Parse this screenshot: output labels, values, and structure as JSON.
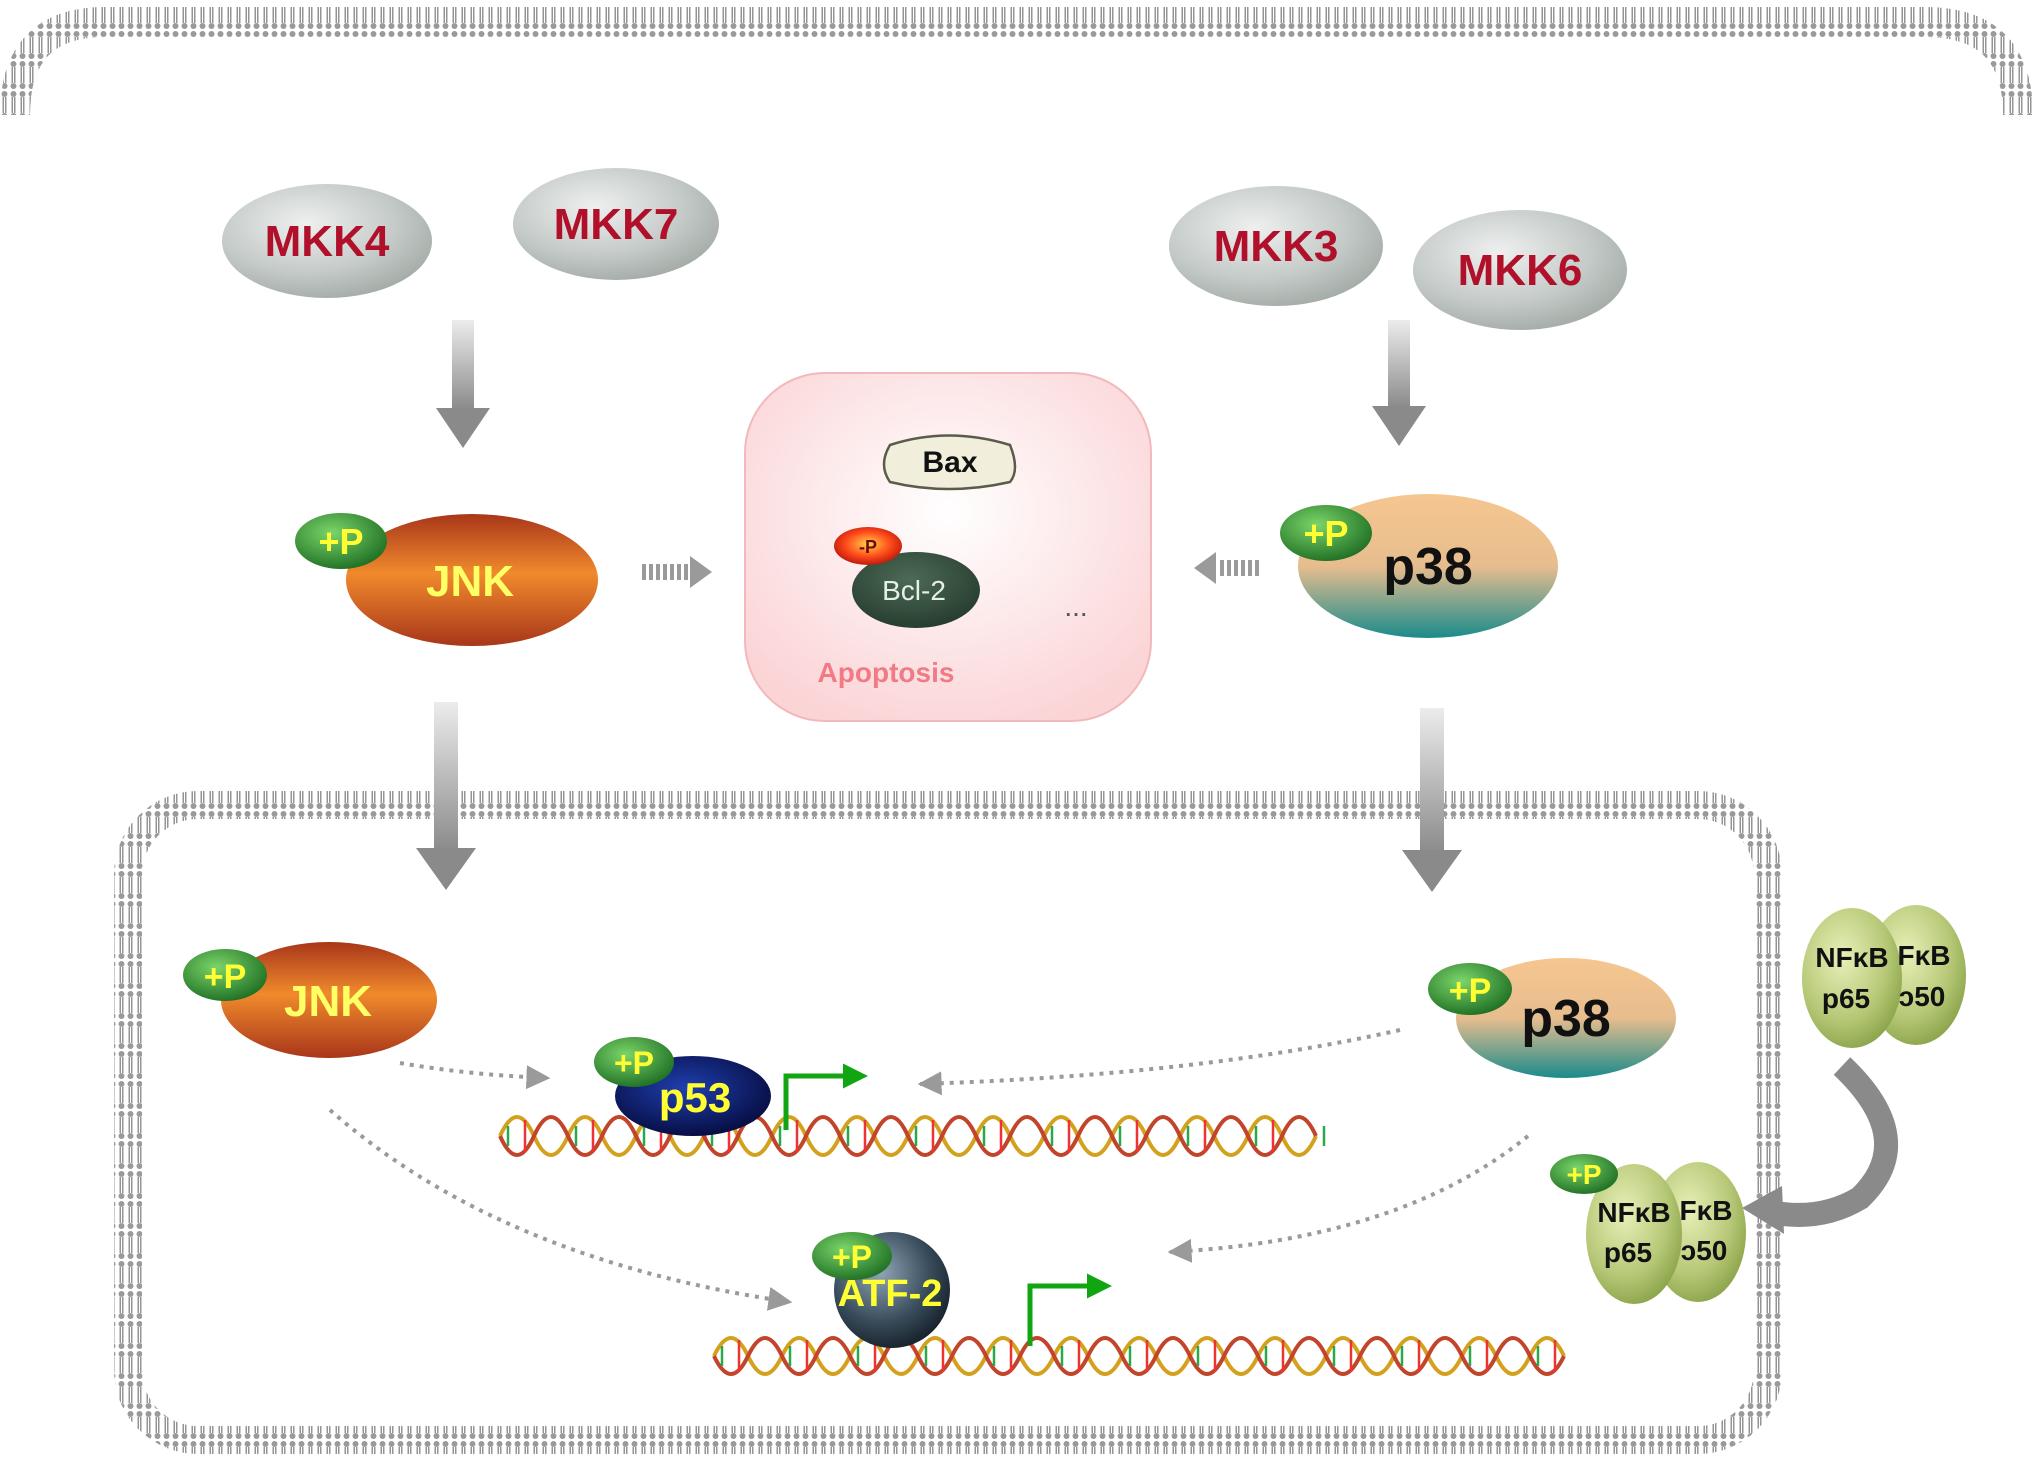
{
  "kinases_upstream": {
    "mkk4": "MKK4",
    "mkk7": "MKK7",
    "mkk3": "MKK3",
    "mkk6": "MKK6"
  },
  "cytoplasm": {
    "jnk": "JNK",
    "p38": "p38",
    "phospho_tag": "+P"
  },
  "apoptosis_box": {
    "bax": "Bax",
    "bcl2": "Bcl-2",
    "bcl2_phospho": "-P",
    "ellipsis": "...",
    "label": "Apoptosis"
  },
  "nucleus": {
    "jnk": "JNK",
    "p38": "p38",
    "p53": "p53",
    "atf2": "ATF-2",
    "phospho_tag": "+P",
    "nfkb_outside_left_top": "NFκB",
    "nfkb_outside_left_bottom": "p65",
    "nfkb_outside_right_top": "FκB",
    "nfkb_outside_right_bottom": "ɔ50",
    "nfkb_inside_left_top": "NFκB",
    "nfkb_inside_left_bottom": "p65",
    "nfkb_inside_right_top": "FκB",
    "nfkb_inside_right_bottom": "ɔ50"
  },
  "colors": {
    "kinase_text": "#b0102a",
    "phospho_text": "#ffff33",
    "apoptosis_text": "#f07a86",
    "promoter_arrow": "#11a611"
  }
}
